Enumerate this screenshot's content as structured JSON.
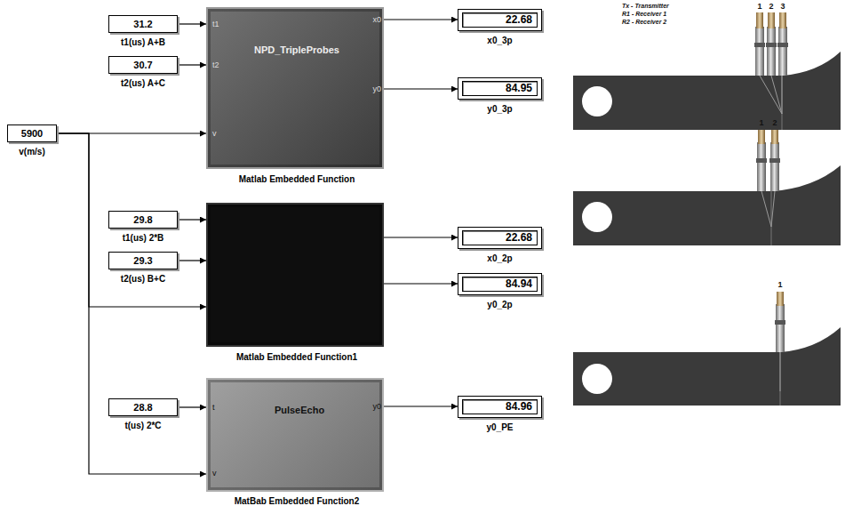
{
  "diagram": {
    "nodes": [
      {
        "text": [
          "31.2",
          "t1(us) A+B"
        ]
      },
      {
        "text": [
          "30.7",
          "t2(us) A+C"
        ]
      },
      {
        "text": [
          "5900",
          "v(m/s)"
        ]
      },
      {
        "text": [
          "NPD_TripleProbes",
          "t1",
          "t2",
          "v",
          "x0",
          "y0",
          "Matlab Embedded Function"
        ]
      },
      {
        "text": [
          "22.68",
          "x0_3p"
        ]
      },
      {
        "text": [
          "84.95",
          "y0_3p"
        ]
      },
      {
        "text": [
          "29.8",
          "t1(us) 2*B"
        ]
      },
      {
        "text": [
          "29.3",
          "t2(us) B+C"
        ]
      },
      {
        "text": [
          "Matlab Embedded Function1"
        ]
      },
      {
        "text": [
          "22.68",
          "x0_2p"
        ]
      },
      {
        "text": [
          "84.94",
          "y0_2p"
        ]
      },
      {
        "text": [
          "28.8",
          "t(us) 2*C"
        ]
      },
      {
        "text": [
          "PulseEcho",
          "t",
          "v",
          "y0",
          "MatBab Embedded Function2"
        ]
      },
      {
        "text": [
          "84.96",
          "y0_PE"
        ]
      }
    ],
    "edges": [
      {
        "from": 0,
        "to": 3,
        "arrow": "to"
      },
      {
        "from": 1,
        "to": 3,
        "arrow": "to"
      },
      {
        "from": 2,
        "to": 3,
        "arrow": "to"
      },
      {
        "from": 2,
        "to": 8,
        "arrow": "to"
      },
      {
        "from": 2,
        "to": 12,
        "arrow": "to"
      },
      {
        "from": 6,
        "to": 8,
        "arrow": "to"
      },
      {
        "from": 7,
        "to": 8,
        "arrow": "to"
      },
      {
        "from": 11,
        "to": 12,
        "arrow": "to"
      },
      {
        "from": 3,
        "to": 4,
        "arrow": "to"
      },
      {
        "from": 3,
        "to": 5,
        "arrow": "to"
      },
      {
        "from": 8,
        "to": 9,
        "arrow": "to"
      },
      {
        "from": 8,
        "to": 10,
        "arrow": "to"
      },
      {
        "from": 12,
        "to": 13,
        "arrow": "to"
      }
    ],
    "labels": [
      "Tx - Transmitter",
      "R1 - Receiver 1",
      "R2 - Receiver 2",
      "1",
      "2",
      "3",
      "1",
      "2",
      "1"
    ]
  }
}
